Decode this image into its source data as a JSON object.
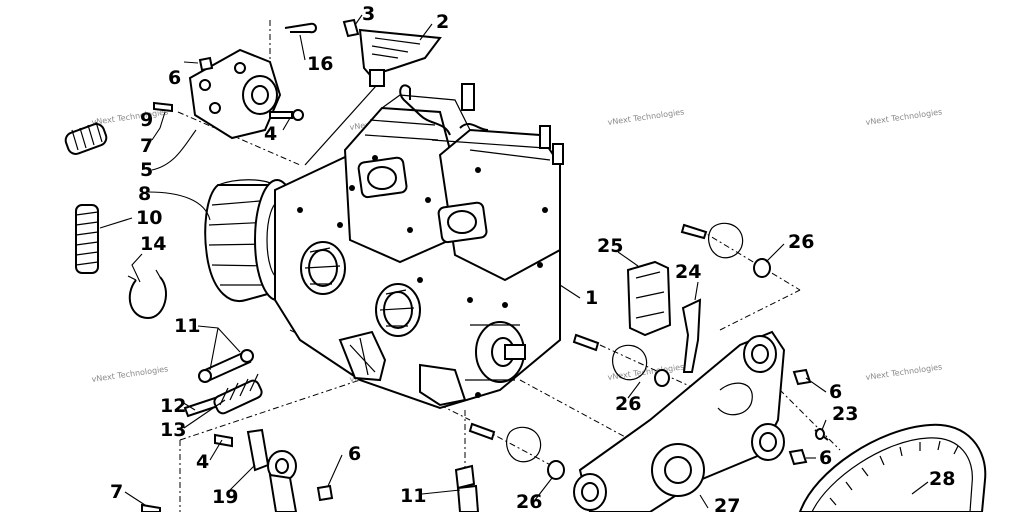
{
  "callouts": {
    "c1": "1",
    "c2": "2",
    "c3": "3",
    "c4a": "4",
    "c4b": "4",
    "c5": "5",
    "c6a": "6",
    "c6b": "6",
    "c6c": "6",
    "c6d": "6",
    "c7a": "7",
    "c7b": "7",
    "c8": "8",
    "c9": "9",
    "c10": "10",
    "c11a": "11",
    "c11b": "11",
    "c12": "12",
    "c13": "13",
    "c14": "14",
    "c16": "16",
    "c19": "19",
    "c23": "23",
    "c24": "24",
    "c25": "25",
    "c26a": "26",
    "c26b": "26",
    "c26c": "26",
    "c27": "27",
    "c28": "28"
  },
  "watermark": {
    "text": "vNext Technologies"
  }
}
